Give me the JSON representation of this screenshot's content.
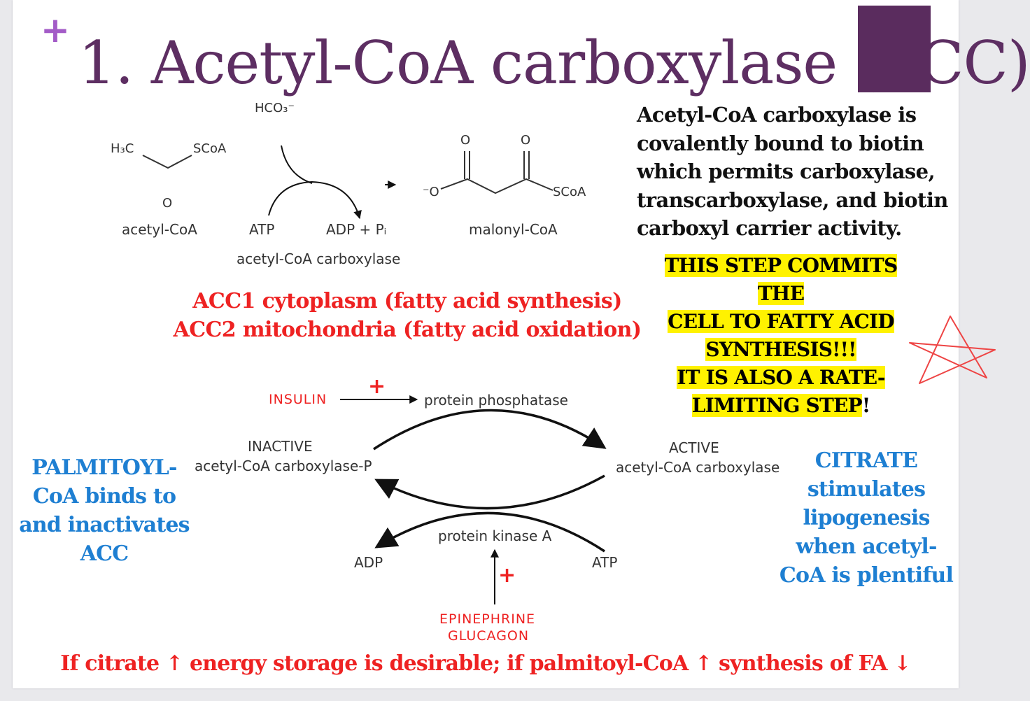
{
  "slide": {
    "plus_mark": "+",
    "title": "1. Acetyl-CoA carboxylase (ACC)"
  },
  "reaction": {
    "bicarbonate": "HCO₃⁻",
    "h3c": "H₃C",
    "scoa_left": "SCoA",
    "o_acetyl": "O",
    "acetyl_coa": "acetyl-CoA",
    "atp": "ATP",
    "adp_pi": "ADP + Pᵢ",
    "enzyme": "acetyl-CoA carboxylase",
    "o_minus": "⁻O",
    "o_top_1": "O",
    "o_top_2": "O",
    "scoa_right": "SCoA",
    "malonyl_coa": "malonyl-CoA"
  },
  "description": "Acetyl-CoA carboxylase is covalently bound to biotin which permits carboxylase, transcarboxylase, and biotin carboxyl carrier activity.",
  "commit": {
    "line1": "THIS STEP COMMITS THE",
    "line2": "CELL TO FATTY ACID",
    "line3": "SYNTHESIS!!!",
    "line4": "IT IS ALSO A RATE-",
    "line5": "LIMITING STEP",
    "line5_tail": "!"
  },
  "isoforms": {
    "acc1": "ACC1 cytoplasm (fatty acid synthesis)",
    "acc2": "ACC2 mitochondria (fatty acid oxidation)"
  },
  "regulation": {
    "insulin": "INSULIN",
    "plus_insulin": "+",
    "phosphatase": "protein phosphatase",
    "inactive": "INACTIVE",
    "inactive_enzyme": "acetyl-CoA carboxylase-P",
    "active": "ACTIVE",
    "active_enzyme": "acetyl-CoA carboxylase",
    "kinase": "protein kinase A",
    "adp": "ADP",
    "atp": "ATP",
    "plus_hormone": "+",
    "epinephrine": "EPINEPHRINE",
    "glucagon": "GLUCAGON"
  },
  "palmitoyl_note": {
    "line1": "PALMITOYL-",
    "line2": "CoA binds to",
    "line3": "and inactivates",
    "line4": "ACC"
  },
  "citrate_note": {
    "line1": "CITRATE",
    "line2": "stimulates",
    "line3": "lipogenesis",
    "line4": "when acetyl-",
    "line5": "CoA is plentiful"
  },
  "bottom_note": "If citrate ↑ energy storage is desirable; if palmitoyl-CoA ↑ synthesis of FA ↓",
  "colors": {
    "title": "#5d2e62",
    "accent_block": "#5a2c5e",
    "plus": "#a35bc7",
    "red": "#ee2222",
    "blue": "#1e7fd2",
    "highlight": "#fff200"
  }
}
